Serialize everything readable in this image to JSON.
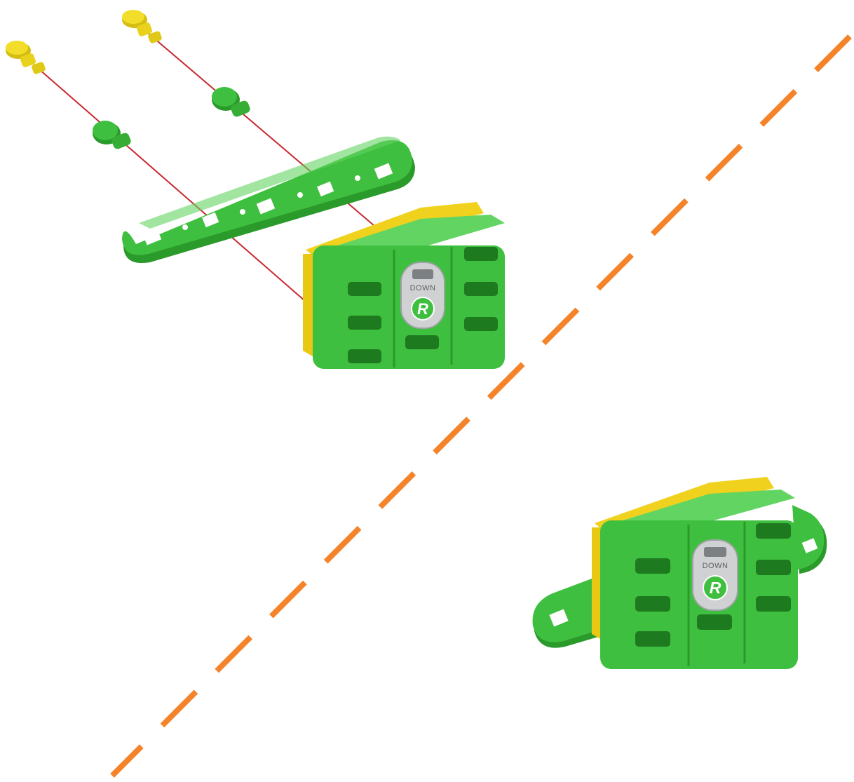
{
  "colors": {
    "background": "#ffffff",
    "divider": "#f4832a",
    "assembly_line": "#c8282e",
    "block_green": "#3fbf3f",
    "block_green_dark": "#2a9a2a",
    "block_green_light": "#62d462",
    "plate_yellow": "#f0d21e",
    "screw_yellow": "#e8d21c",
    "badge_silver": "#cfd1d3"
  },
  "steps": [
    {
      "name": "exploded-view",
      "block_label": "DOWN",
      "logo_letter": "R"
    },
    {
      "name": "assembled-view",
      "block_label": "DOWN",
      "logo_letter": "R"
    }
  ]
}
